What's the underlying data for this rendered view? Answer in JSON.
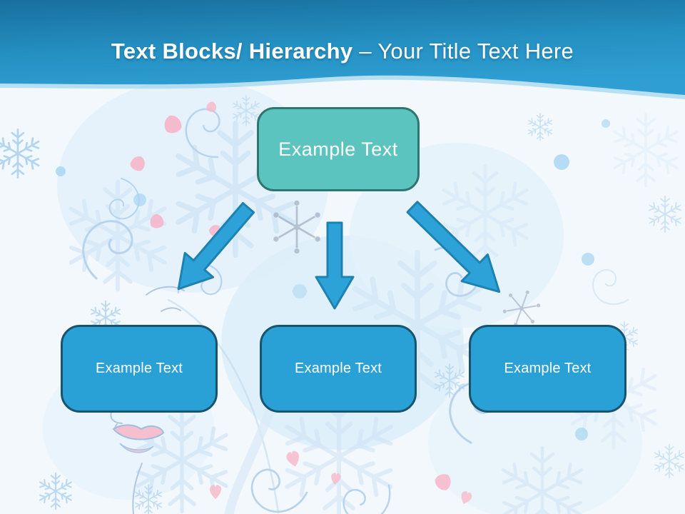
{
  "slide": {
    "title": {
      "bold": "Text Blocks/ Hierarchy",
      "regular": "– Your Title Text Here"
    }
  },
  "diagram": {
    "root": {
      "label": "Example Text"
    },
    "children": [
      {
        "label": "Example Text"
      },
      {
        "label": "Example Text"
      },
      {
        "label": "Example Text"
      }
    ]
  },
  "colors": {
    "header_gradient_top": "#186F9E",
    "header_gradient_bottom": "#2F9FD3",
    "title_color": "#FFFFFF",
    "root_box_fill": "#5BC4BE",
    "root_box_border": "#2F7571",
    "child_box_fill": "#29A0D6",
    "child_box_border": "#175470",
    "arrow_fill": "#2DA2D8",
    "arrow_stroke": "#1D82B2",
    "background": "#F2F8FC",
    "accent_pink": "#F6B6CA",
    "flake_blue": "#A9D0EE"
  },
  "decor": {
    "motifs": [
      "snowflake-icon",
      "swirl-flourish-icon",
      "heart-icon",
      "flower-bud-icon",
      "spoke-wheel-icon",
      "face-profile-icon"
    ]
  }
}
